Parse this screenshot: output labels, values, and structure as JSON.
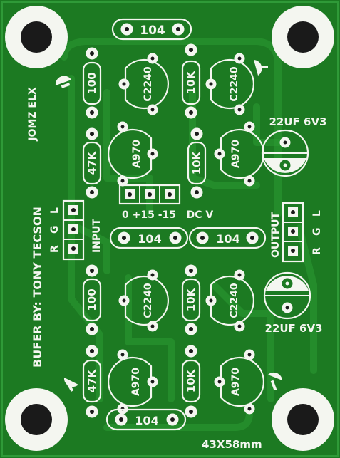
{
  "board": {
    "brand": "JOMZ ELX",
    "credit": "BUFER BY: TONY TECSON",
    "size_label": "43X58mm",
    "power_label": "0 +15 -15   DC V",
    "input_label": "INPUT",
    "output_label": "OUTPUT",
    "input_pins": [
      "R",
      "G",
      "L"
    ],
    "output_pins": [
      "R",
      "G",
      "L"
    ],
    "cap_top": "104",
    "cap_mid_left": "104",
    "cap_mid_right": "104",
    "cap_bottom": "104",
    "elcap_top": "22UF 6V3",
    "elcap_bottom": "22UF 6V3",
    "res_top_left": "100",
    "res_top_mid": "10K",
    "res_upper_left": "47K",
    "res_upper_mid": "10K",
    "res_lower_left": "100",
    "res_lower_mid": "10K",
    "res_bottom_left": "47K",
    "res_bottom_mid": "10K",
    "q_top_left": "C2240",
    "q_top_right": "C2240",
    "q_upper_left": "A970",
    "q_upper_right": "A970",
    "q_lower_left": "C2240",
    "q_lower_right": "C2240",
    "q_bottom_left": "A970",
    "q_bottom_right": "A970"
  }
}
